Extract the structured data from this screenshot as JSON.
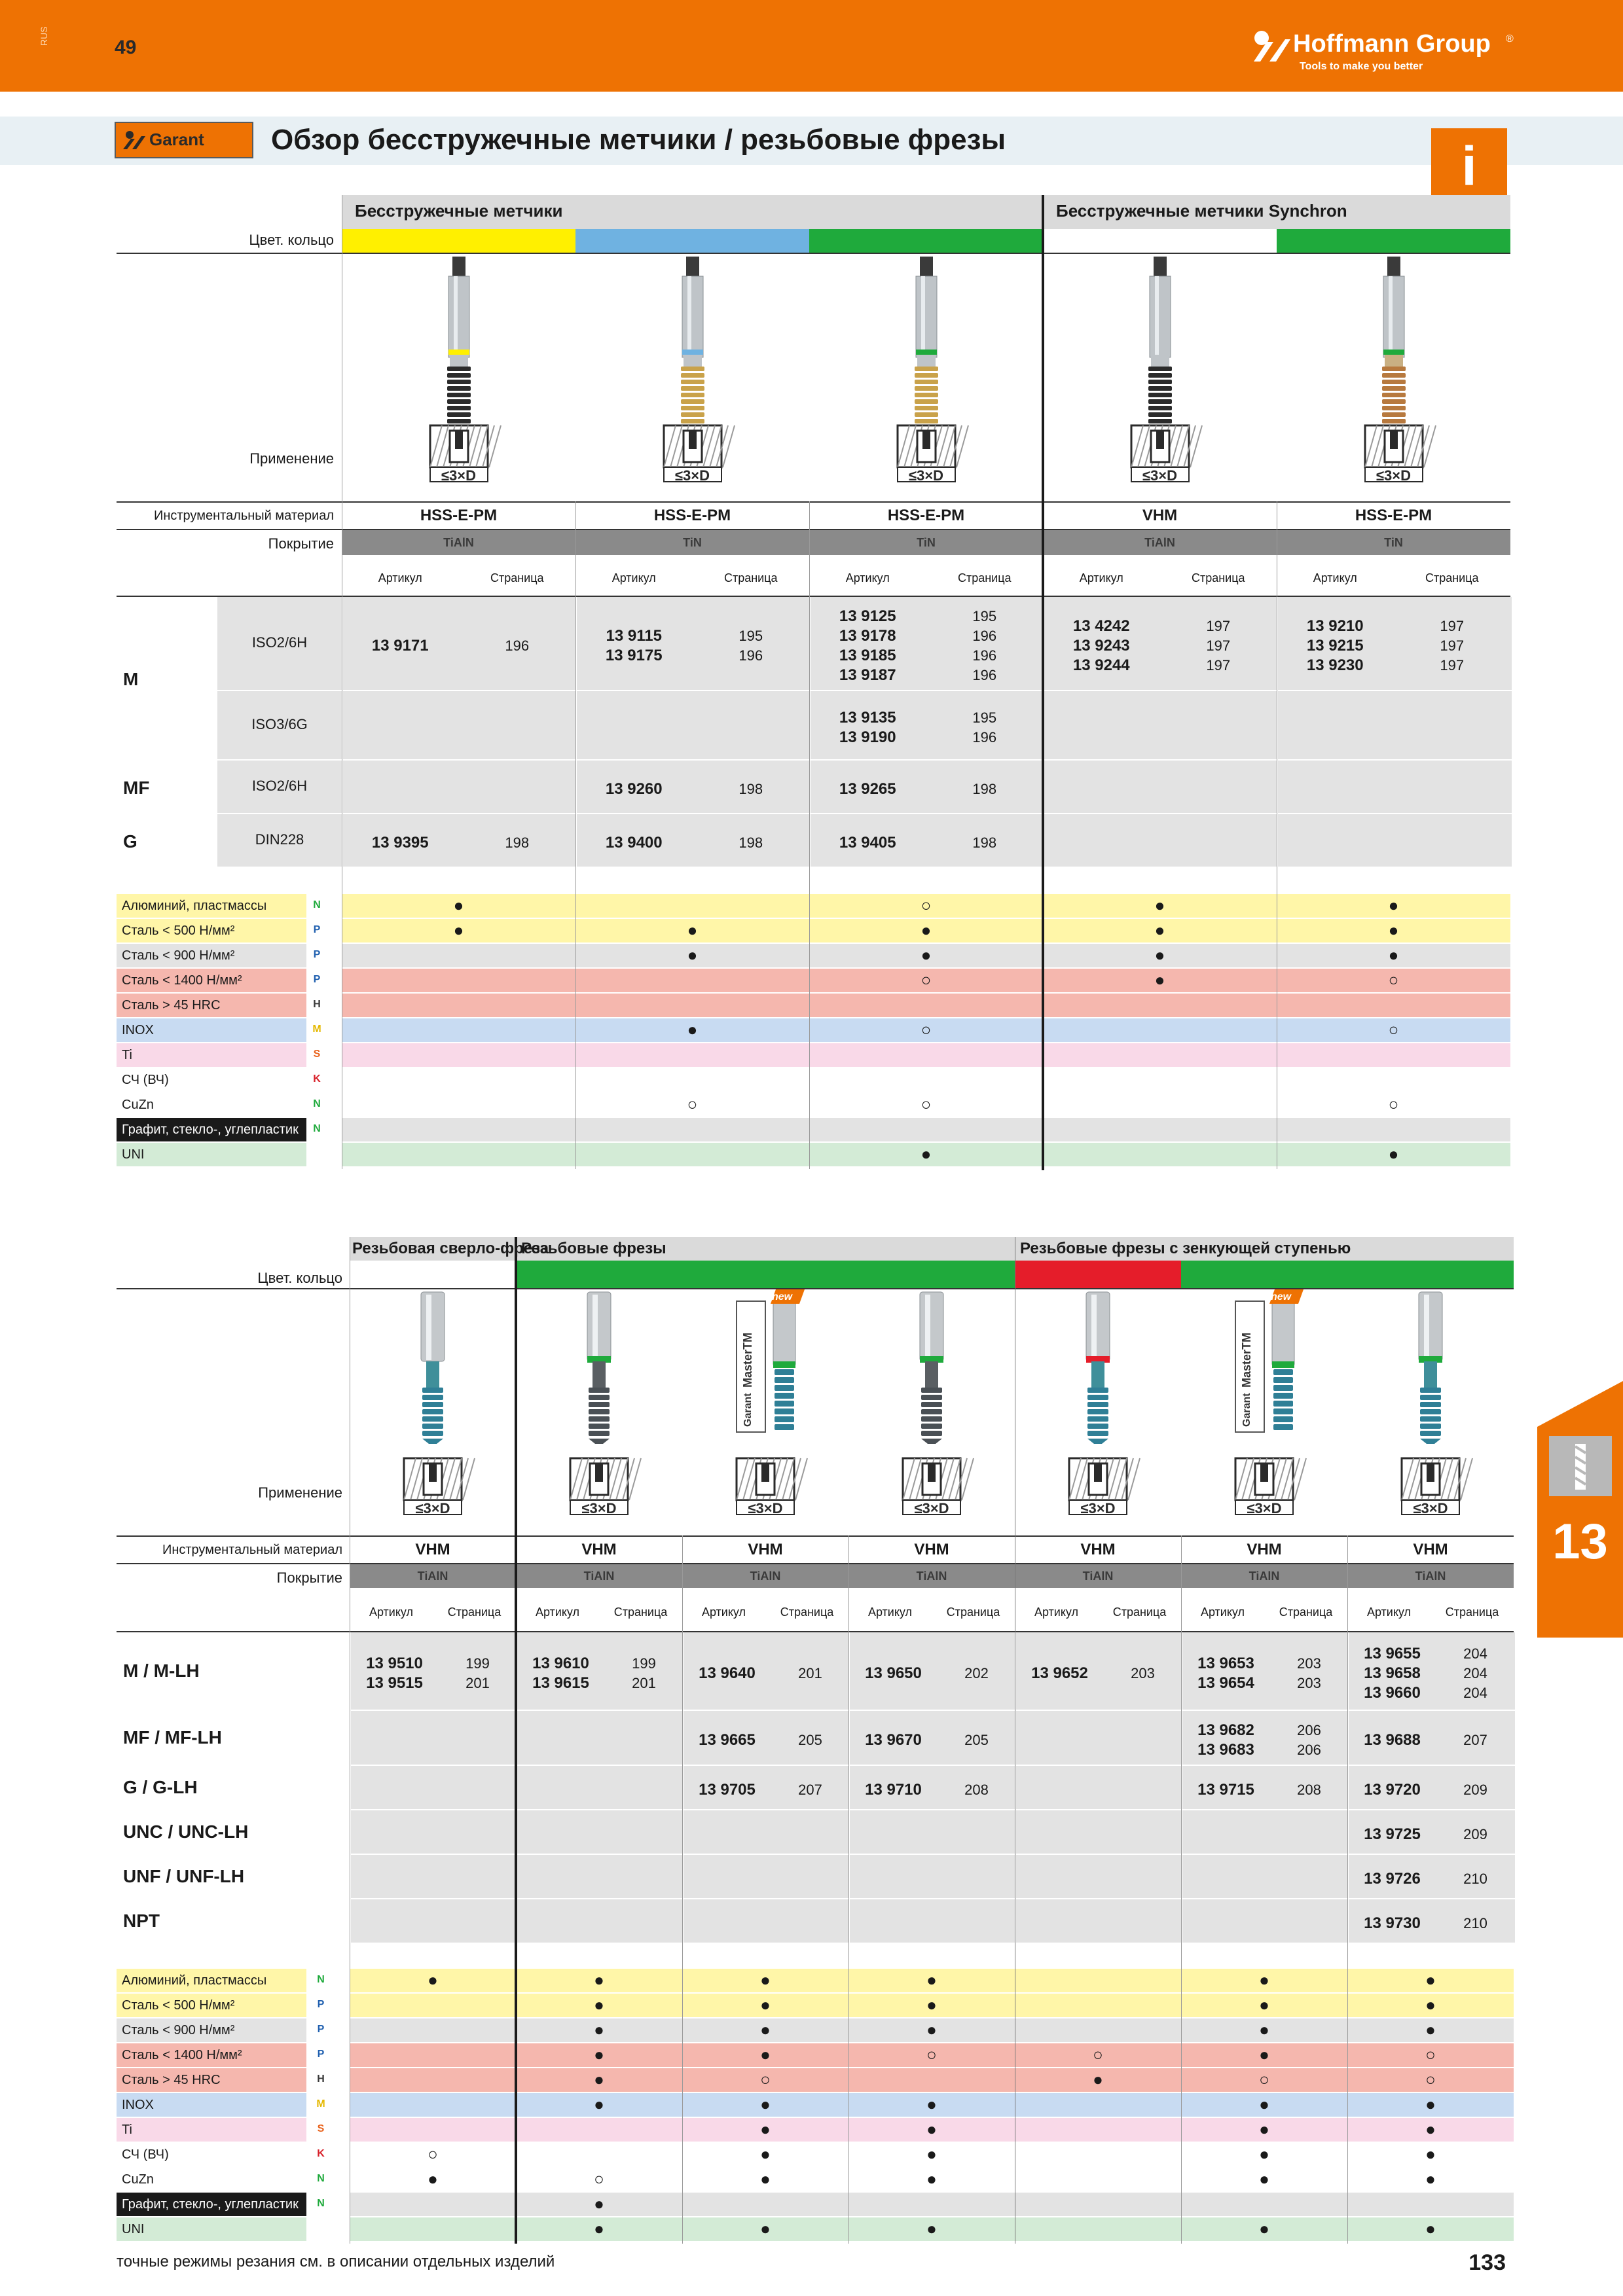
{
  "header": {
    "lang": "RUS",
    "page_code": "49",
    "brand": "Hoffmann Group",
    "brand_mark": "®",
    "slogan": "Tools to make you better",
    "garant": "Garant",
    "title": "Обзор бесстружечные метчики / резьбовые фрезы",
    "info_glyph": "i"
  },
  "colors": {
    "orange": "#EE7203",
    "yellow": "#FFF000",
    "blue": "#6FB2E1",
    "green": "#1FAA3C",
    "red": "#E51D2A",
    "gray_bar": "#8A8A8A",
    "row_gray": "#E3E3E3",
    "header_gray": "#DADADA"
  },
  "labels": {
    "color_ring": "Цвет. кольцо",
    "application": "Применение",
    "material": "Инструментальный материал",
    "coating": "Покрытие",
    "art": "Артикул",
    "page": "Страница",
    "depth": "≤3×D",
    "new_badge": "new",
    "mastertm": "MasterTM"
  },
  "table1": {
    "groups": [
      {
        "label": "Бесстружечные метчики"
      },
      {
        "label": "Бесстружечные метчики Synchron"
      }
    ],
    "cols": [
      {
        "ring": "yellow",
        "material": "HSS-E-PM",
        "coating": "TiAlN",
        "tool": "black-yellow"
      },
      {
        "ring": "blue",
        "material": "HSS-E-PM",
        "coating": "TiN",
        "tool": "gold"
      },
      {
        "ring": "green",
        "material": "HSS-E-PM",
        "coating": "TiN",
        "tool": "gold-green"
      },
      {
        "ring": "",
        "material": "VHM",
        "coating": "TiAlN",
        "tool": "black"
      },
      {
        "ring": "green",
        "material": "HSS-E-PM",
        "coating": "TiN",
        "tool": "bronze"
      }
    ],
    "rows": [
      {
        "label": "M",
        "sub": "ISO2/6H",
        "cells": [
          [
            "13 9171",
            "196"
          ],
          [
            "13 9115\n13 9175",
            "195\n196"
          ],
          [
            "13 9125\n13 9178\n13 9185\n13 9187",
            "195\n196\n196\n196"
          ],
          [
            "13 4242\n13 9243\n13 9244",
            "197\n197\n197"
          ],
          [
            "13 9210\n13 9215\n13 9230",
            "197\n197\n197"
          ]
        ]
      },
      {
        "label": "",
        "sub": "ISO3/6G",
        "cells": [
          [
            "",
            ""
          ],
          [
            "",
            ""
          ],
          [
            "13 9135\n13 9190",
            "195\n196"
          ],
          [
            "",
            ""
          ],
          [
            "",
            ""
          ]
        ]
      },
      {
        "label": "MF",
        "sub": "ISO2/6H",
        "cells": [
          [
            "",
            ""
          ],
          [
            "13 9260",
            "198"
          ],
          [
            "13 9265",
            "198"
          ],
          [
            "",
            ""
          ],
          [
            "",
            ""
          ]
        ]
      },
      {
        "label": "G",
        "sub": "DIN228",
        "cells": [
          [
            "13 9395",
            "198"
          ],
          [
            "13 9400",
            "198"
          ],
          [
            "13 9405",
            "198"
          ],
          [
            "",
            ""
          ],
          [
            "",
            ""
          ]
        ]
      }
    ],
    "materials": [
      {
        "name": "Алюминий, пластмассы",
        "iso": "N",
        "marks": [
          "●",
          "",
          "○",
          "●",
          "●"
        ]
      },
      {
        "name": "Сталь < 500 Н/мм²",
        "iso": "P",
        "marks": [
          "●",
          "●",
          "●",
          "●",
          "●"
        ]
      },
      {
        "name": "Сталь < 900 Н/мм²",
        "iso": "P",
        "marks": [
          "",
          "●",
          "●",
          "●",
          "●"
        ]
      },
      {
        "name": "Сталь < 1400 Н/мм²",
        "iso": "P",
        "marks": [
          "",
          "",
          "○",
          "●",
          "○"
        ]
      },
      {
        "name": "Сталь > 45 HRC",
        "iso": "H",
        "marks": [
          "",
          "",
          "",
          "",
          ""
        ]
      },
      {
        "name": "INOX",
        "iso": "M",
        "marks": [
          "",
          "●",
          "○",
          "",
          "○"
        ]
      },
      {
        "name": "Ti",
        "iso": "S",
        "marks": [
          "",
          "",
          "",
          "",
          ""
        ]
      },
      {
        "name": "СЧ (ВЧ)",
        "iso": "K",
        "marks": [
          "",
          "",
          "",
          "",
          ""
        ]
      },
      {
        "name": "CuZn",
        "iso": "N",
        "marks": [
          "",
          "○",
          "○",
          "",
          "○"
        ]
      },
      {
        "name": "Графит, стекло-, углепластик",
        "iso": "N",
        "marks": [
          "",
          "",
          "",
          "",
          ""
        ]
      },
      {
        "name": "UNI",
        "iso": "",
        "marks": [
          "",
          "",
          "●",
          "",
          "●"
        ]
      }
    ]
  },
  "table2": {
    "groups": [
      {
        "label": "Резьбовая сверло-фреза"
      },
      {
        "label": "Резьбовые фрезы"
      },
      {
        "label": "Резьбовые фрезы с зенкующей ступенью"
      }
    ],
    "cols": [
      {
        "ring": "",
        "material": "VHM",
        "coating": "TiAlN",
        "tool": "drillmill"
      },
      {
        "ring": "green",
        "material": "VHM",
        "coating": "TiAlN",
        "tool": "mill-plain"
      },
      {
        "ring": "green",
        "material": "VHM",
        "coating": "TiAlN",
        "tool": "mill-master"
      },
      {
        "ring": "green",
        "material": "VHM",
        "coating": "TiAlN",
        "tool": "mill-plain"
      },
      {
        "ring": "red",
        "material": "VHM",
        "coating": "TiAlN",
        "tool": "mill-red"
      },
      {
        "ring": "green",
        "material": "VHM",
        "coating": "TiAlN",
        "tool": "mill-master"
      },
      {
        "ring": "green",
        "material": "VHM",
        "coating": "TiAlN",
        "tool": "mill-green"
      }
    ],
    "rows": [
      {
        "label": "M / M-LH",
        "cells": [
          [
            "13 9510\n13 9515",
            "199\n201"
          ],
          [
            "13 9610\n13 9615",
            "199\n201"
          ],
          [
            "13 9640",
            "201"
          ],
          [
            "13 9650",
            "202"
          ],
          [
            "13 9652",
            "203"
          ],
          [
            "13 9653\n13 9654",
            "203\n203"
          ],
          [
            "13 9655\n13 9658\n13 9660",
            "204\n204\n204"
          ]
        ]
      },
      {
        "label": "MF / MF-LH",
        "cells": [
          [
            "",
            ""
          ],
          [
            "",
            ""
          ],
          [
            "13 9665",
            "205"
          ],
          [
            "13 9670",
            "205"
          ],
          [
            "",
            ""
          ],
          [
            "13 9682\n13 9683",
            "206\n206"
          ],
          [
            "13 9688",
            "207"
          ]
        ]
      },
      {
        "label": "G / G-LH",
        "cells": [
          [
            "",
            ""
          ],
          [
            "",
            ""
          ],
          [
            "13 9705",
            "207"
          ],
          [
            "13 9710",
            "208"
          ],
          [
            "",
            ""
          ],
          [
            "13 9715",
            "208"
          ],
          [
            "13 9720",
            "209"
          ]
        ]
      },
      {
        "label": "UNC / UNC-LH",
        "cells": [
          [
            "",
            ""
          ],
          [
            "",
            ""
          ],
          [
            "",
            ""
          ],
          [
            "",
            ""
          ],
          [
            "",
            ""
          ],
          [
            "",
            ""
          ],
          [
            "13 9725",
            "209"
          ]
        ]
      },
      {
        "label": "UNF / UNF-LH",
        "cells": [
          [
            "",
            ""
          ],
          [
            "",
            ""
          ],
          [
            "",
            ""
          ],
          [
            "",
            ""
          ],
          [
            "",
            ""
          ],
          [
            "",
            ""
          ],
          [
            "13 9726",
            "210"
          ]
        ]
      },
      {
        "label": "NPT",
        "cells": [
          [
            "",
            ""
          ],
          [
            "",
            ""
          ],
          [
            "",
            ""
          ],
          [
            "",
            ""
          ],
          [
            "",
            ""
          ],
          [
            "",
            ""
          ],
          [
            "13 9730",
            "210"
          ]
        ]
      }
    ],
    "materials": [
      {
        "name": "Алюминий, пластмассы",
        "iso": "N",
        "marks": [
          "●",
          "●",
          "●",
          "●",
          "",
          "●",
          "●"
        ]
      },
      {
        "name": "Сталь < 500 Н/мм²",
        "iso": "P",
        "marks": [
          "",
          "●",
          "●",
          "●",
          "",
          "●",
          "●"
        ]
      },
      {
        "name": "Сталь < 900 Н/мм²",
        "iso": "P",
        "marks": [
          "",
          "●",
          "●",
          "●",
          "",
          "●",
          "●"
        ]
      },
      {
        "name": "Сталь < 1400 Н/мм²",
        "iso": "P",
        "marks": [
          "",
          "●",
          "●",
          "○",
          "○",
          "●",
          "○"
        ]
      },
      {
        "name": "Сталь > 45 HRC",
        "iso": "H",
        "marks": [
          "",
          "●",
          "○",
          "",
          "●",
          "○",
          "○"
        ]
      },
      {
        "name": "INOX",
        "iso": "M",
        "marks": [
          "",
          "●",
          "●",
          "●",
          "",
          "●",
          "●"
        ]
      },
      {
        "name": "Ti",
        "iso": "S",
        "marks": [
          "",
          "",
          "●",
          "●",
          "",
          "●",
          "●"
        ]
      },
      {
        "name": "СЧ (ВЧ)",
        "iso": "K",
        "marks": [
          "○",
          "",
          "●",
          "●",
          "",
          "●",
          "●"
        ]
      },
      {
        "name": "CuZn",
        "iso": "N",
        "marks": [
          "●",
          "○",
          "●",
          "●",
          "",
          "●",
          "●"
        ]
      },
      {
        "name": "Графит, стекло-, углепластик",
        "iso": "N",
        "marks": [
          "",
          "●",
          "",
          "",
          "",
          "",
          ""
        ]
      },
      {
        "name": "UNI",
        "iso": "",
        "marks": [
          "",
          "●",
          "●",
          "●",
          "",
          "●",
          "●"
        ]
      }
    ]
  },
  "side_tab": {
    "number": "13",
    "icon": "drill-icon"
  },
  "footer": {
    "note": "точные режимы резания см. в описании отдельных изделий",
    "page_number": "133"
  }
}
